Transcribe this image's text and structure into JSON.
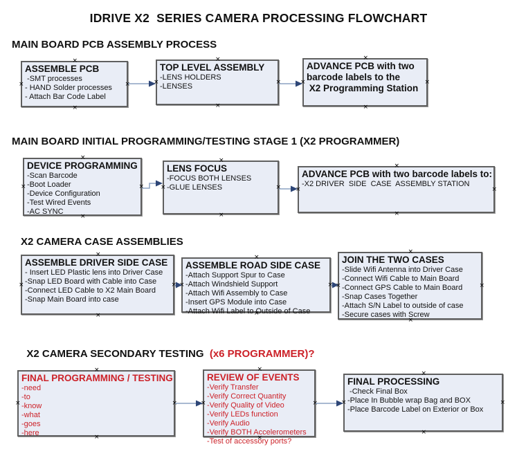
{
  "title": "IDRIVE X2  SERIES CAMERA PROCESSING FLOWCHART",
  "colors": {
    "box_fill": "#e9edf6",
    "box_border": "#5f5f5f",
    "arrow_line": "#8ba2c2",
    "arrow_head": "#2e4677",
    "red": "#cc2128",
    "text": "#111111"
  },
  "glyphs": {
    "connection_handle": "×"
  },
  "sections": [
    {
      "heading": "MAIN BOARD PCB ASSEMBLY PROCESS",
      "heading_red": "",
      "boxes": [
        {
          "title": "ASSEMBLE PCB",
          "lines": [
            " -SMT processes",
            "- HAND Solder processes",
            "- Attach Bar Code Label"
          ]
        },
        {
          "title": "TOP LEVEL ASSEMBLY",
          "lines": [
            "-LENS HOLDERS",
            "-LENSES"
          ]
        },
        {
          "title": "ADVANCE PCB with two",
          "lines": [
            "barcode labels to the",
            " X2 Programming Station"
          ]
        }
      ]
    },
    {
      "heading": "MAIN BOARD INITIAL PROGRAMMING/TESTING STAGE 1 (X2 PROGRAMMER)",
      "heading_red": "",
      "boxes": [
        {
          "title": "DEVICE PROGRAMMING",
          "lines": [
            "-Scan Barcode",
            "-Boot Loader",
            "-Device Configuration",
            "-Test Wired Events",
            "-AC SYNC"
          ]
        },
        {
          "title": "LENS FOCUS",
          "lines": [
            "-FOCUS BOTH LENSES",
            "-GLUE LENSES"
          ]
        },
        {
          "title": "ADVANCE PCB with two barcode labels to:",
          "lines": [
            "-X2 DRIVER  SIDE  CASE  ASSEMBLY STATION"
          ]
        }
      ]
    },
    {
      "heading": "X2 CAMERA CASE ASSEMBLIES",
      "heading_red": "",
      "boxes": [
        {
          "title": "ASSEMBLE DRIVER SIDE CASE",
          "lines": [
            "- Insert LED Plastic lens into Driver Case",
            "-Snap LED Board with Cable into Case",
            "-Connect LED Cable to X2 Main Board",
            "-Snap Main Board into case"
          ]
        },
        {
          "title": "ASSEMBLE ROAD SIDE CASE",
          "lines": [
            "-Attach Support Spur to Case",
            "-Attach Windshield Support",
            "-Attach Wifi Assembly to Case",
            "-Insert GPS Module into Case",
            "-Attach Wifi Label to Outside of Case"
          ]
        },
        {
          "title": "JOIN THE TWO CASES",
          "lines": [
            "-Slide Wifi Antenna into Driver Case",
            "-Connect Wifi Cable to Main Board",
            "-Connect GPS Cable to Main Board",
            "-Snap Cases Together",
            "-Attach S/N Label to outside of case",
            "-Secure cases with Screw"
          ]
        }
      ]
    },
    {
      "heading": "X2 CAMERA SECONDARY TESTING  ",
      "heading_red": "(x6 PROGRAMMER)?",
      "boxes": [
        {
          "title": "FINAL PROGRAMMING / TESTING",
          "lines": [
            "-need",
            "-to",
            "-know",
            "-what",
            "-goes",
            "-here"
          ]
        },
        {
          "title": "REVIEW OF EVENTS",
          "lines": [
            "-Verify Transfer",
            "-Verify Correct Quantity",
            "-Verify Quality of Video",
            "-Verify LEDs function",
            "-Verify Audio",
            "-Verify BOTH Accelerometers",
            "-Test of accessory ports?"
          ]
        },
        {
          "title": "FINAL PROCESSING",
          "lines": [
            " -Check Final Box",
            "-Place In Bubble wrap Bag and BOX",
            "-Place Barcode Label on Exterior or Box"
          ]
        }
      ]
    }
  ]
}
